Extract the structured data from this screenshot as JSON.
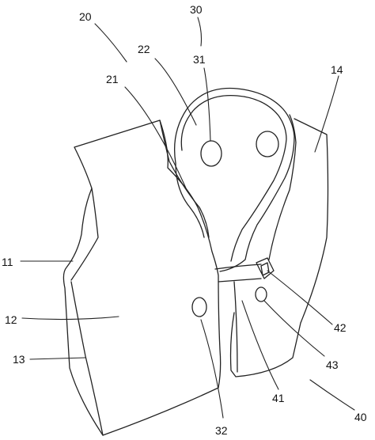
{
  "labels": {
    "ref_20": "20",
    "ref_30": "30",
    "ref_22": "22",
    "ref_31": "31",
    "ref_14": "14",
    "ref_21": "21",
    "ref_11": "11",
    "ref_12": "12",
    "ref_13": "13",
    "ref_42": "42",
    "ref_43": "43",
    "ref_41": "41",
    "ref_40": "40",
    "ref_32": "32"
  },
  "colors": {
    "line": "#222222",
    "background": "#ffffff"
  }
}
